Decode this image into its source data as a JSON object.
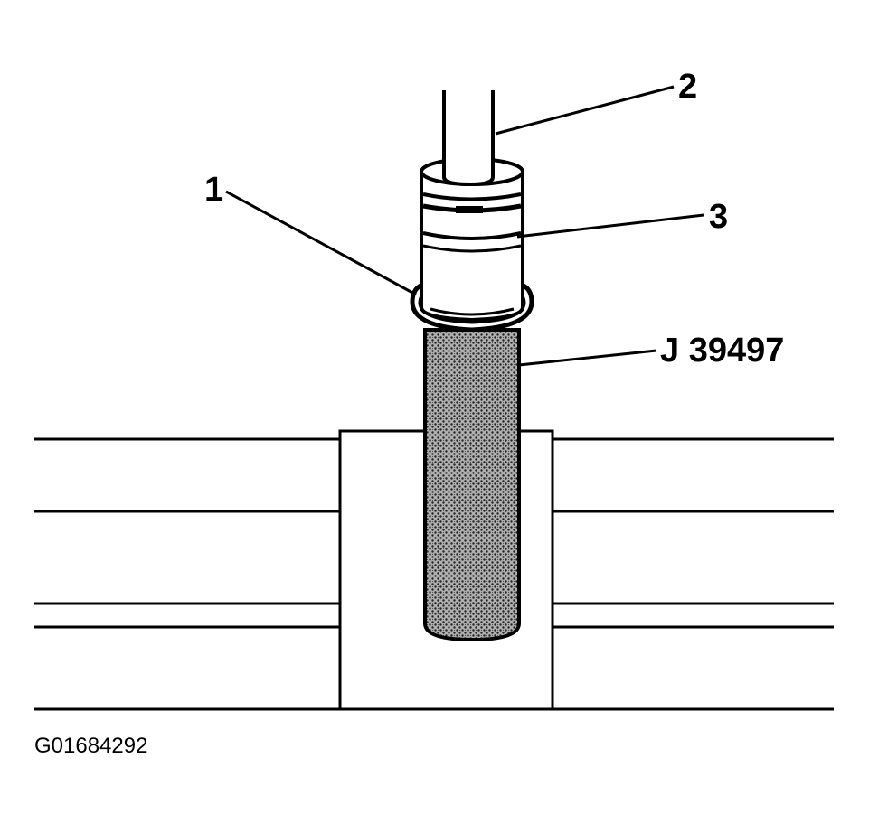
{
  "figure": {
    "callouts": {
      "label_1": "1",
      "label_2": "2",
      "label_3": "3",
      "tool": "J 39497"
    },
    "figure_id": "G01684292"
  },
  "colors": {
    "ink": "#000000",
    "paper": "#ffffff",
    "mesh_fill": "#9a9a9a"
  }
}
